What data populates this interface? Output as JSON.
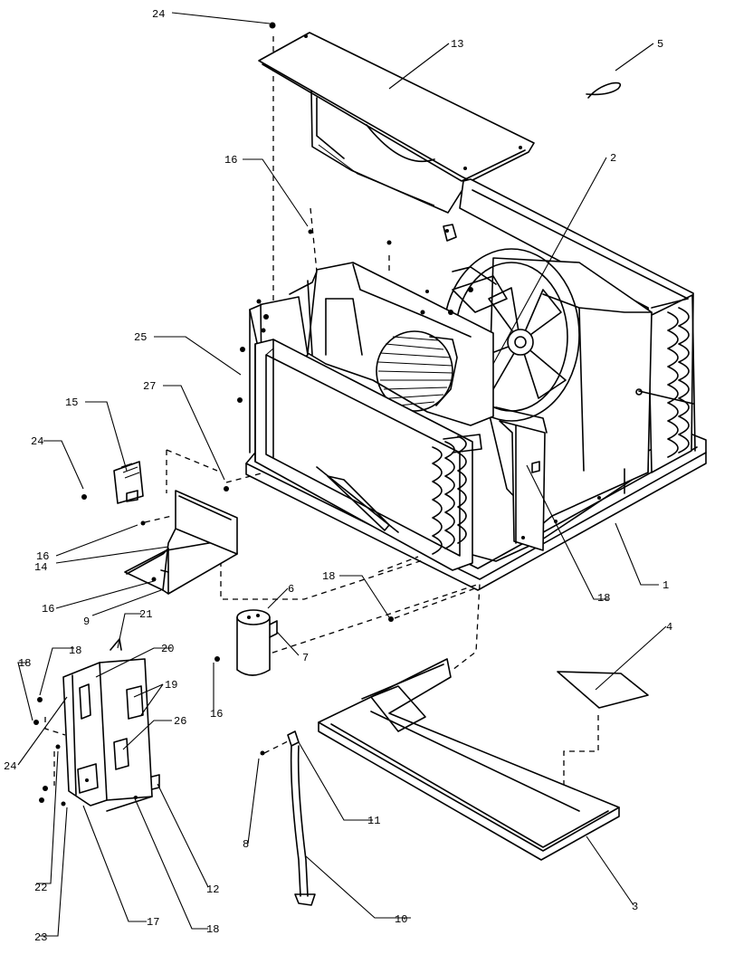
{
  "callouts": [
    {
      "id": "c24a",
      "label": "24"
    },
    {
      "id": "c13",
      "label": "13"
    },
    {
      "id": "c5",
      "label": "5"
    },
    {
      "id": "c16a",
      "label": "16"
    },
    {
      "id": "c2",
      "label": "2"
    },
    {
      "id": "c25",
      "label": "25"
    },
    {
      "id": "c27",
      "label": "27"
    },
    {
      "id": "c15",
      "label": "15"
    },
    {
      "id": "c24b",
      "label": "24"
    },
    {
      "id": "c16b",
      "label": "16"
    },
    {
      "id": "c14",
      "label": "14"
    },
    {
      "id": "c16c",
      "label": "16"
    },
    {
      "id": "c9",
      "label": "9"
    },
    {
      "id": "c18a",
      "label": "18"
    },
    {
      "id": "c1",
      "label": "1"
    },
    {
      "id": "c18b",
      "label": "18"
    },
    {
      "id": "c6",
      "label": "6"
    },
    {
      "id": "c7",
      "label": "7"
    },
    {
      "id": "c16d",
      "label": "16"
    },
    {
      "id": "c4",
      "label": "4"
    },
    {
      "id": "c21",
      "label": "21"
    },
    {
      "id": "c20",
      "label": "20"
    },
    {
      "id": "c18c",
      "label": "18"
    },
    {
      "id": "c18d",
      "label": "18"
    },
    {
      "id": "c19",
      "label": "19"
    },
    {
      "id": "c26",
      "label": "26"
    },
    {
      "id": "c24c",
      "label": "24"
    },
    {
      "id": "c11",
      "label": "11"
    },
    {
      "id": "c8",
      "label": "8"
    },
    {
      "id": "c22",
      "label": "22"
    },
    {
      "id": "c12",
      "label": "12"
    },
    {
      "id": "c10",
      "label": "10"
    },
    {
      "id": "c3",
      "label": "3"
    },
    {
      "id": "c23",
      "label": "23"
    },
    {
      "id": "c17",
      "label": "17"
    },
    {
      "id": "c18e",
      "label": "18"
    }
  ]
}
